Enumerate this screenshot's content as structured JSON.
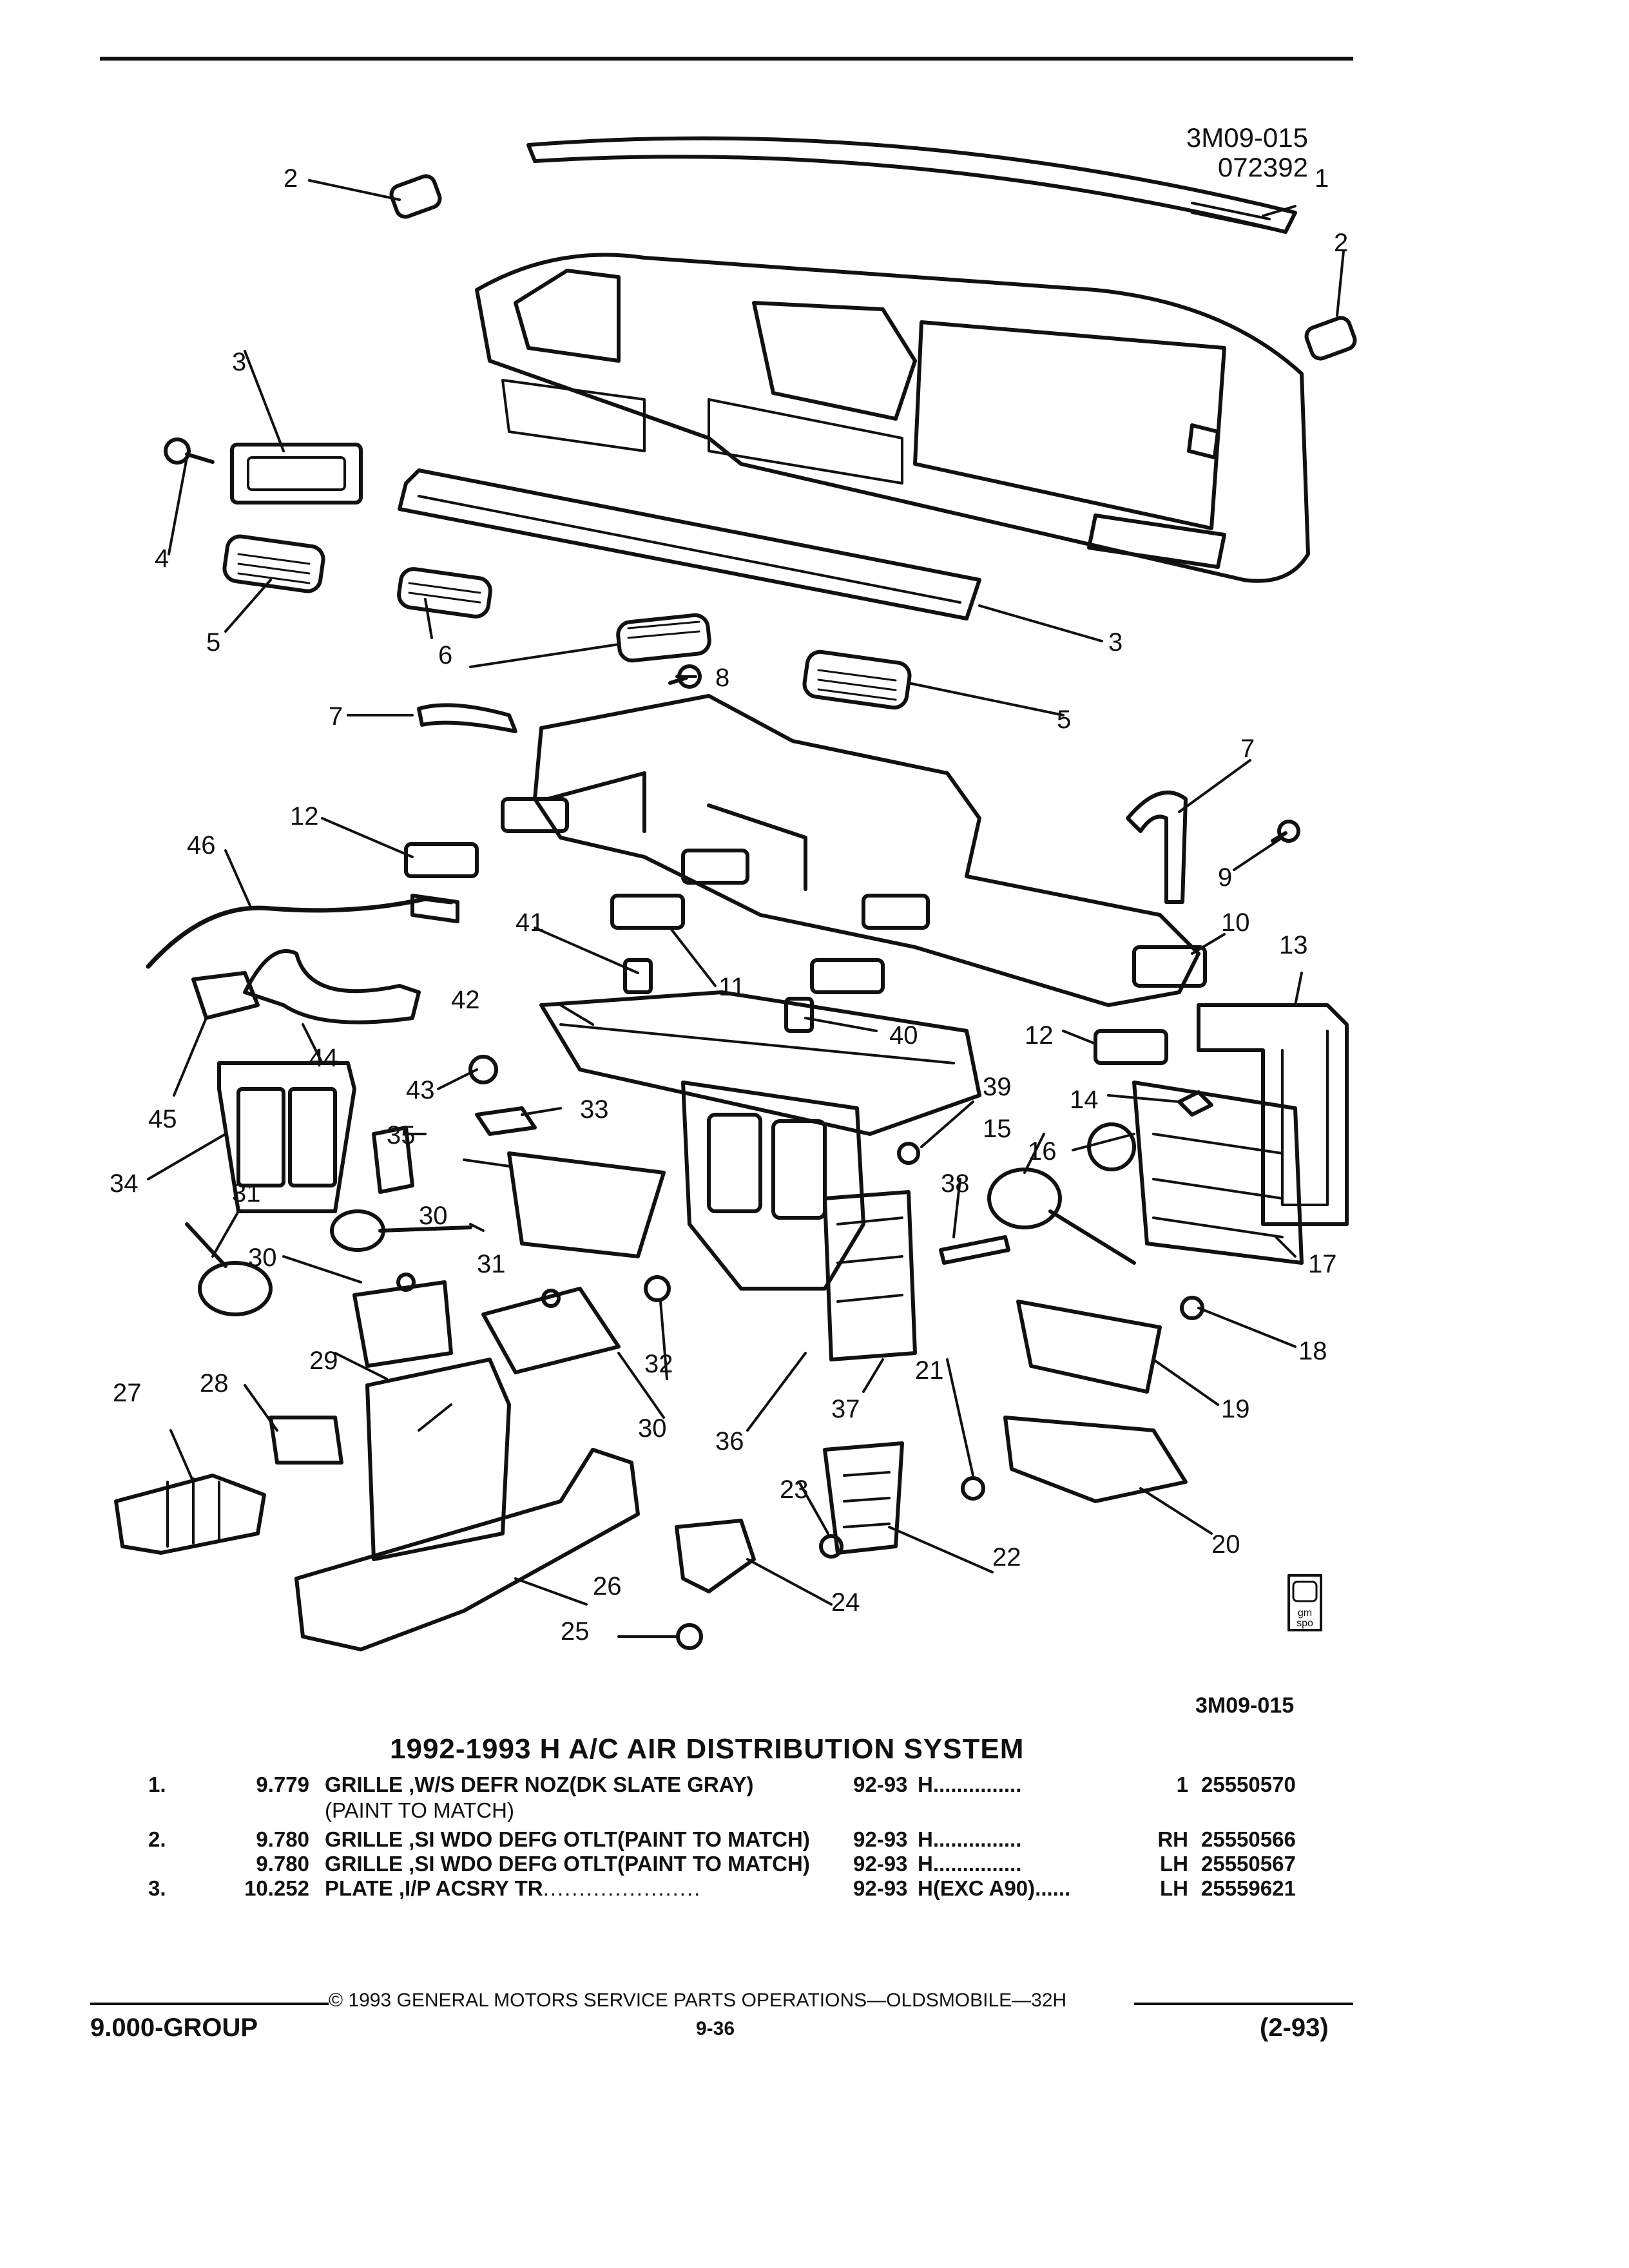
{
  "figure": {
    "code_top": "3M09-015",
    "date_code": "072392",
    "code_bottom": "3M09-015",
    "callouts": [
      "1",
      "2",
      "2",
      "3",
      "3",
      "4",
      "5",
      "5",
      "6",
      "7",
      "7",
      "8",
      "9",
      "10",
      "11",
      "12",
      "12",
      "13",
      "14",
      "15",
      "16",
      "17",
      "18",
      "19",
      "20",
      "21",
      "22",
      "23",
      "24",
      "25",
      "26",
      "27",
      "28",
      "29",
      "30",
      "30",
      "30",
      "31",
      "31",
      "32",
      "33",
      "34",
      "35",
      "36",
      "37",
      "38",
      "39",
      "40",
      "41",
      "42",
      "43",
      "44",
      "45",
      "46"
    ],
    "logo_text": "gm spo"
  },
  "title": "1992-1993 H A/C AIR DISTRIBUTION SYSTEM",
  "parts": [
    {
      "num": "1.",
      "ref": "9.779",
      "desc": "GRILLE ,W/S DEFR NOZ(DK SLATE GRAY)",
      "years": "92-93",
      "app": "H",
      "qty": "1",
      "part": "25550570"
    },
    {
      "num": "",
      "ref": "",
      "desc": "(PAINT TO MATCH)",
      "years": "",
      "app": "",
      "qty": "",
      "part": ""
    },
    {
      "num": "2.",
      "ref": "9.780",
      "desc": "GRILLE ,SI WDO DEFG OTLT(PAINT TO MATCH)",
      "years": "92-93",
      "app": "H",
      "qty": "RH",
      "part": "25550566"
    },
    {
      "num": "",
      "ref": "9.780",
      "desc": "GRILLE ,SI WDO DEFG OTLT(PAINT TO MATCH)",
      "years": "92-93",
      "app": "H",
      "qty": "LH",
      "part": "25550567"
    },
    {
      "num": "3.",
      "ref": "10.252",
      "desc": "PLATE ,I/P ACSRY TR",
      "years": "92-93",
      "app": "H(EXC A90)",
      "qty": "LH",
      "part": "25559621"
    }
  ],
  "footer": {
    "copyright": "© 1993 GENERAL MOTORS SERVICE PARTS OPERATIONS—OLDSMOBILE—32H",
    "group": "9.000-GROUP",
    "page": "9-36",
    "date": "(2-93)"
  }
}
